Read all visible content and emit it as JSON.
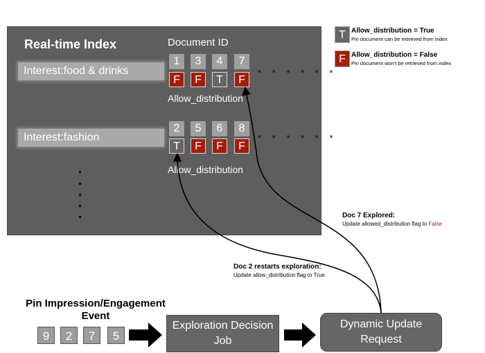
{
  "index": {
    "title": "Real-time Index",
    "doc_id_label": "Document ID",
    "rows": [
      {
        "interest": "Interest:food & drinks",
        "doc_ids": [
          "1",
          "3",
          "4",
          "7"
        ],
        "flags": [
          "F",
          "F",
          "T",
          "F"
        ],
        "allow_label": "Allow_distribution",
        "ellipsis": "* * * * * *"
      },
      {
        "interest": "Interest:fashion",
        "doc_ids": [
          "2",
          "5",
          "6",
          "8"
        ],
        "flags": [
          "T",
          "F",
          "F",
          "F"
        ],
        "allow_label": "Allow_distribution",
        "ellipsis": "* * * * * *"
      }
    ]
  },
  "legend": {
    "true_symbol": "T",
    "true_title": "Allow_distribution = True",
    "true_desc": "Pin document can be retrieved from index",
    "false_symbol": "F",
    "false_title": "Allow_distribution = False",
    "false_desc": "Pin document won't be retrieved from index"
  },
  "annotations": {
    "doc7_title": "Doc 7 Explored:",
    "doc7_desc": "Update allowed_distribution flag to",
    "doc7_value": "False",
    "doc2_title": "Doc 2 restarts exploration:",
    "doc2_desc": "Update allow_distribution flag to True"
  },
  "pipeline": {
    "event_title": "Pin Impression/Engagement Event",
    "event_ids": [
      "9",
      "2",
      "7",
      "5"
    ],
    "exploration_job": "Exploration Decision Job",
    "dynamic_update": "Dynamic Update Request"
  },
  "colors": {
    "panel": "#5e5e5e",
    "true_flag": "#666666",
    "false_flag": "#a51c0a",
    "id_cell": "#a0a0a0"
  }
}
